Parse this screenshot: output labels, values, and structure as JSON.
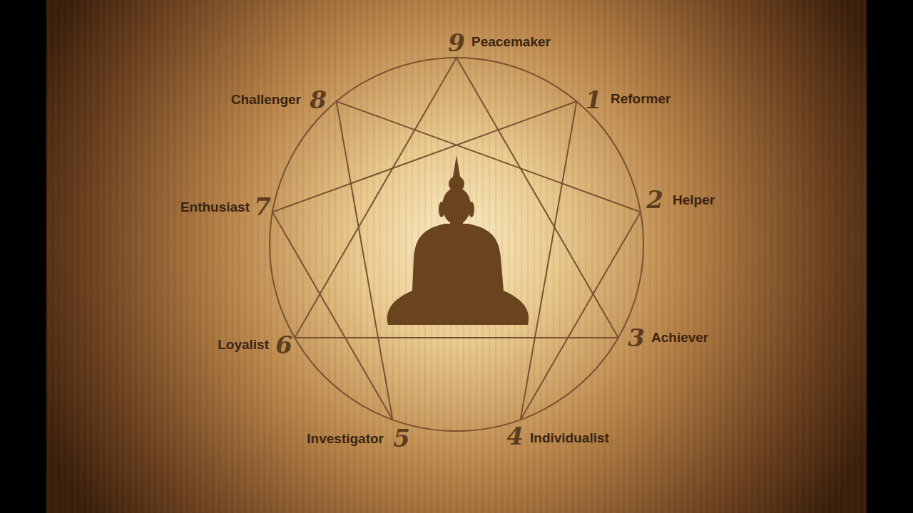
{
  "diagram": {
    "labels": [
      "9",
      "Peacemaker",
      "1",
      "Reformer",
      "2",
      "Helper",
      "3",
      "Achiever",
      "4",
      "Individualist",
      "5",
      "Investigator",
      "6",
      "Loyalist",
      "7",
      "Enthusiast",
      "8",
      "Challenger"
    ]
  }
}
